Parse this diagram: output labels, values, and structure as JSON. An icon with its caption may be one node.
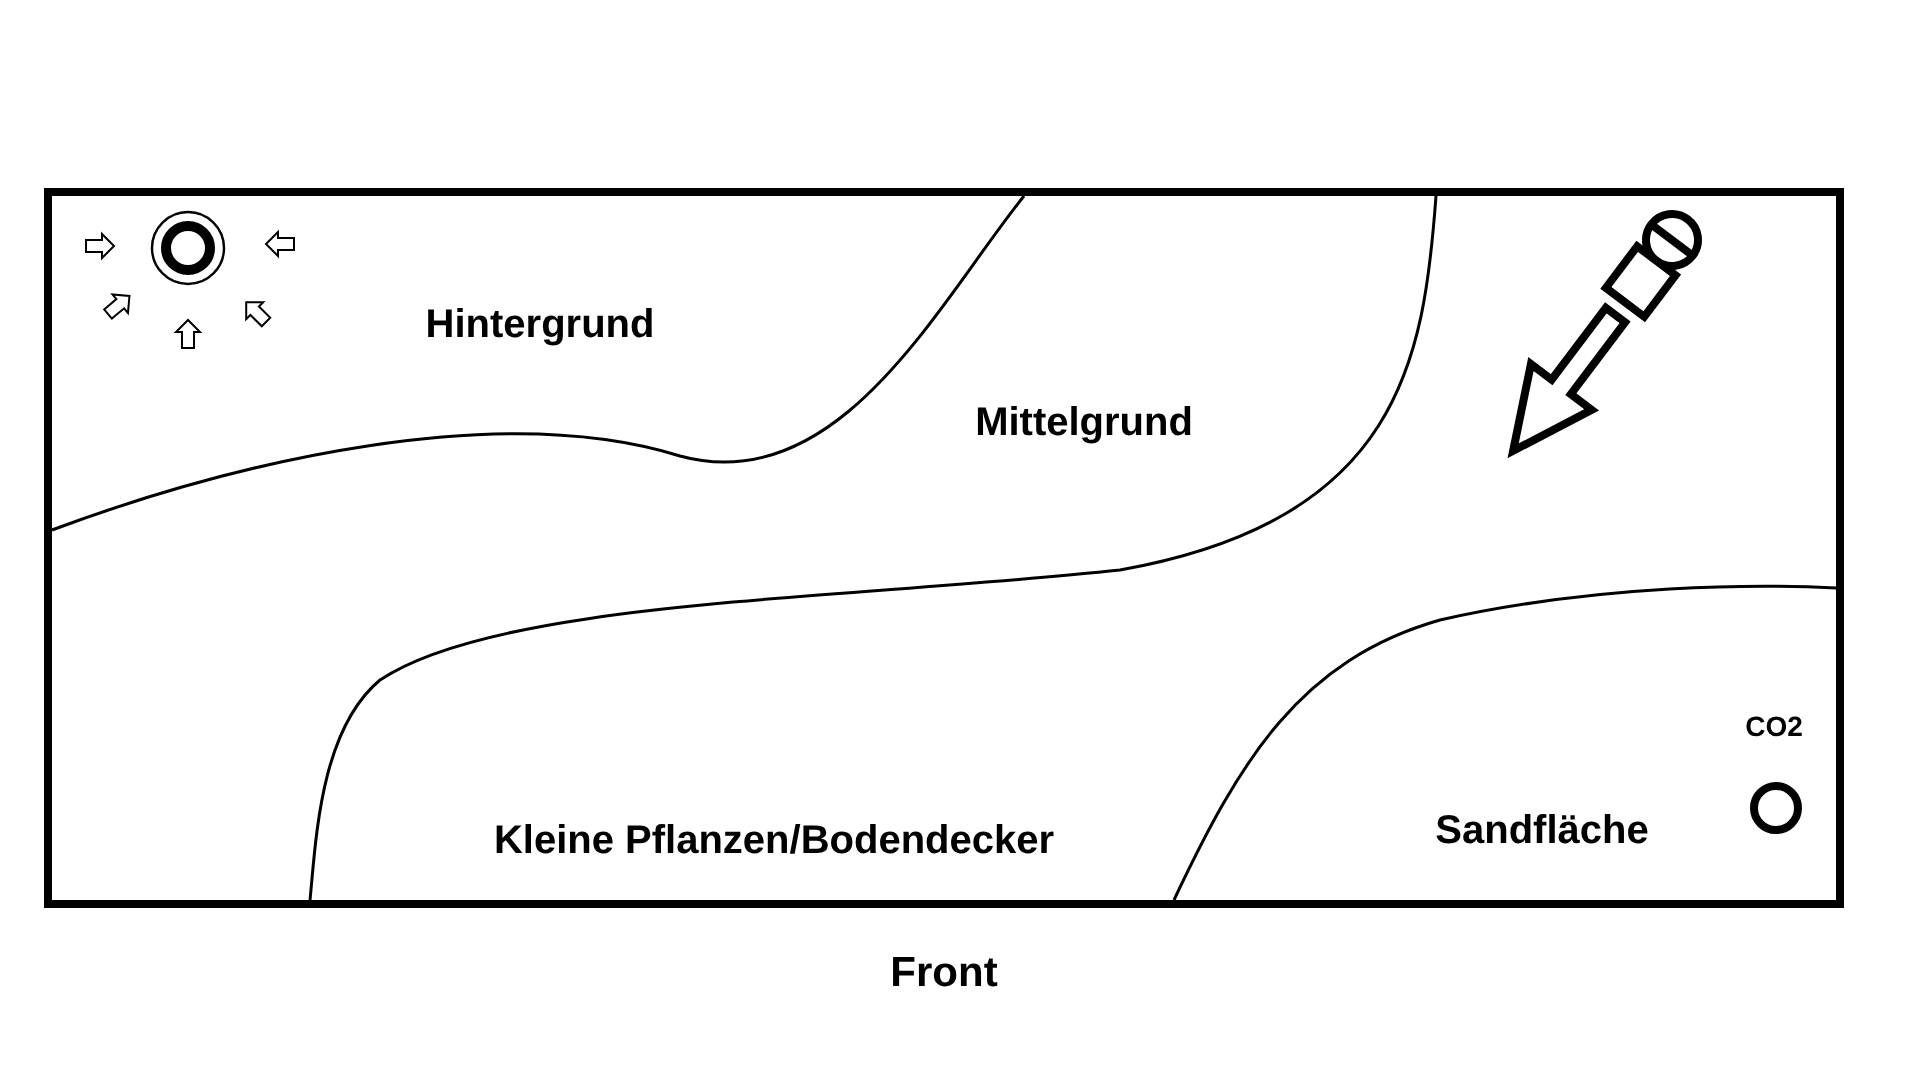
{
  "diagram": {
    "caption": "Front",
    "labels": [
      "Hintergrund",
      "Mittelgrund",
      "Kleine Pflanzen/Bodendecker",
      "Sandfläche",
      "CO2"
    ]
  }
}
